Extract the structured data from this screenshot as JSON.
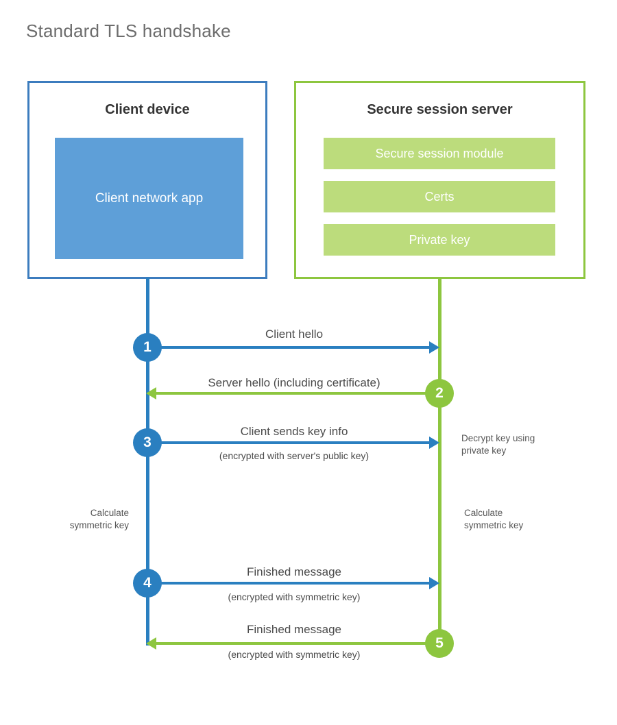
{
  "title": "Standard TLS handshake",
  "colors": {
    "client_accent": "#2a7fc0",
    "client_box_border": "#3c7cbe",
    "client_app_fill": "#5e9fd8",
    "server_accent": "#8dc63f",
    "server_module_fill": "#bcdc7c",
    "title_text": "#6d6d6d",
    "body_text": "#4a4a4a"
  },
  "client": {
    "title": "Client device",
    "app_label": "Client network app"
  },
  "server": {
    "title": "Secure session server",
    "modules": [
      {
        "label": "Secure session module"
      },
      {
        "label": "Certs"
      },
      {
        "label": "Private key"
      }
    ]
  },
  "steps": [
    {
      "number": "1",
      "label": "Client hello",
      "sublabel": "",
      "direction": "client-to-server",
      "color": "blue"
    },
    {
      "number": "2",
      "label": "Server hello (including certificate)",
      "sublabel": "",
      "direction": "server-to-client",
      "color": "green"
    },
    {
      "number": "3",
      "label": "Client sends key info",
      "sublabel": "(encrypted with server's public key)",
      "direction": "client-to-server",
      "color": "blue"
    },
    {
      "number": "4",
      "label": "Finished message",
      "sublabel": "(encrypted with symmetric key)",
      "direction": "client-to-server",
      "color": "blue"
    },
    {
      "number": "5",
      "label": "Finished message",
      "sublabel": "(encrypted with symmetric key)",
      "direction": "server-to-client",
      "color": "green"
    }
  ],
  "notes": {
    "server_decrypt": "Decrypt key using\nprivate key",
    "server_decrypt_line1": "Decrypt key using",
    "server_decrypt_line2": "private key",
    "client_calc_line1": "Calculate",
    "client_calc_line2": "symmetric key",
    "server_calc_line1": "Calculate",
    "server_calc_line2": "symmetric key"
  }
}
